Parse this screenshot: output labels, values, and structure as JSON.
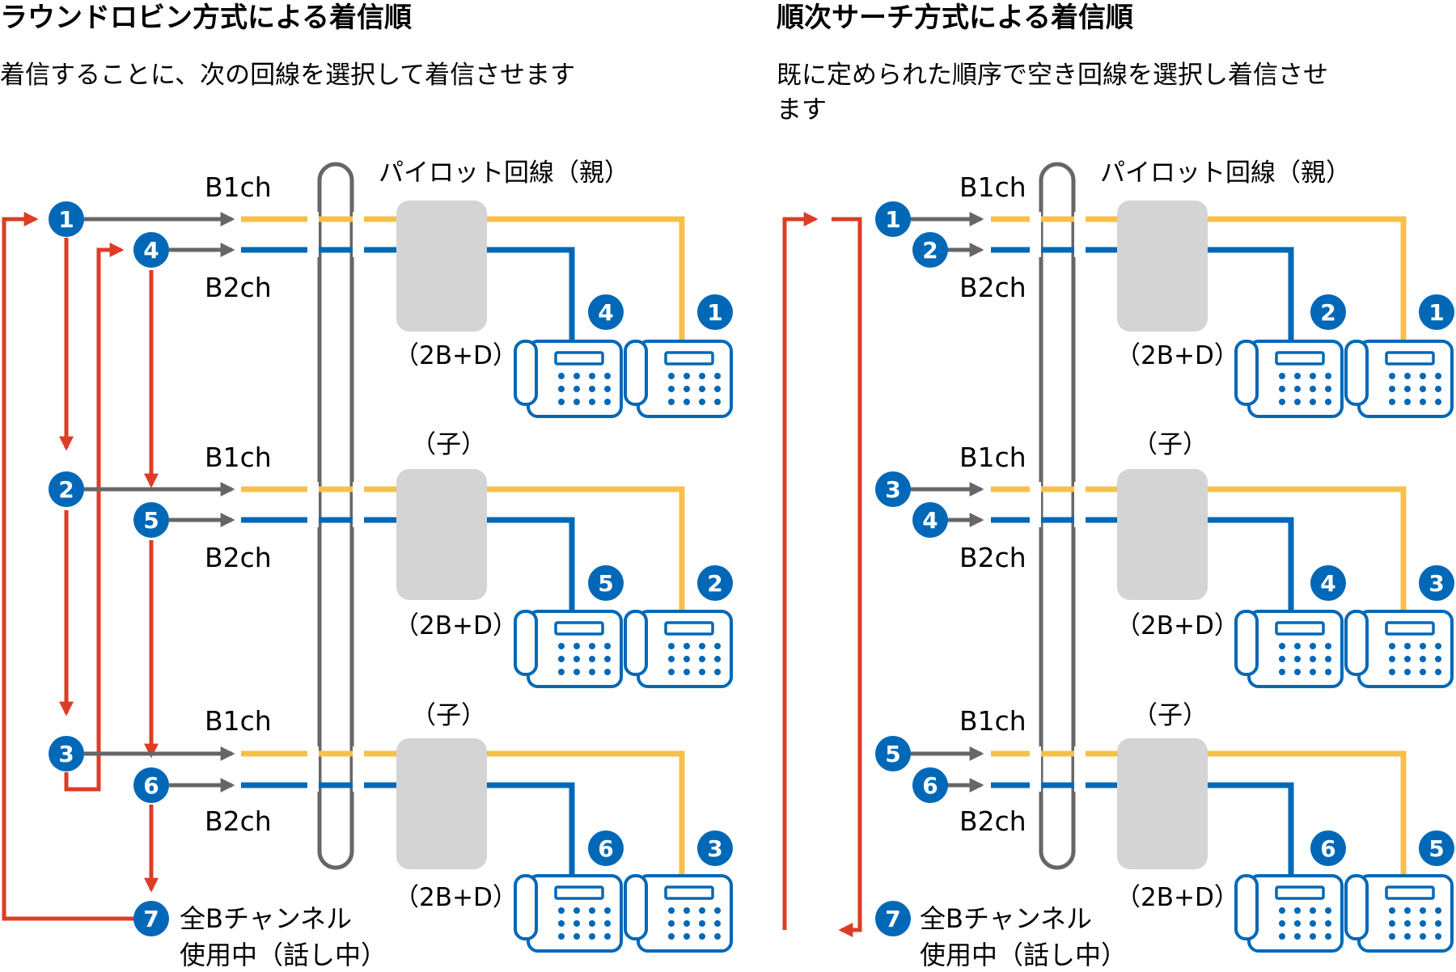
{
  "colors": {
    "blue": "#0068b7",
    "yellow": "#f7c04a",
    "red": "#dc3d25",
    "gray_arrow": "#666666",
    "device_gray": "#d4d4d4",
    "text": "#231815"
  },
  "icons": [
    "numbered-circle",
    "telephone-icon",
    "arrow-icon"
  ],
  "panels": [
    {
      "title": "ラウンドロビン方式による着信順",
      "description_lines": [
        "着信することに、次の回線を選択して着信させます"
      ],
      "pilot_label": "パイロット回線（親）",
      "child_label": "（子）",
      "device_label": "（2B+D）",
      "b1_label": "B1ch",
      "b2_label": "B2ch",
      "groups": [
        {
          "b1_number": "1",
          "b2_number": "4",
          "phone_b2_number": "4",
          "phone_b1_number": "1"
        },
        {
          "b1_number": "2",
          "b2_number": "5",
          "phone_b2_number": "5",
          "phone_b1_number": "2"
        },
        {
          "b1_number": "3",
          "b2_number": "6",
          "phone_b2_number": "6",
          "phone_b1_number": "3"
        }
      ],
      "busy_number": "7",
      "busy_lines": [
        "全Bチャンネル",
        "使用中（話し中）"
      ]
    },
    {
      "title": "順次サーチ方式による着信順",
      "description_lines": [
        "既に定められた順序で空き回線を選択し着信させ",
        "ます"
      ],
      "pilot_label": "パイロット回線（親）",
      "child_label": "（子）",
      "device_label": "（2B+D）",
      "b1_label": "B1ch",
      "b2_label": "B2ch",
      "groups": [
        {
          "b1_number": "1",
          "b2_number": "2",
          "phone_b2_number": "2",
          "phone_b1_number": "1"
        },
        {
          "b1_number": "3",
          "b2_number": "4",
          "phone_b2_number": "4",
          "phone_b1_number": "3"
        },
        {
          "b1_number": "5",
          "b2_number": "6",
          "phone_b2_number": "6",
          "phone_b1_number": "5"
        }
      ],
      "busy_number": "7",
      "busy_lines": [
        "全Bチャンネル",
        "使用中（話し中）"
      ]
    }
  ]
}
